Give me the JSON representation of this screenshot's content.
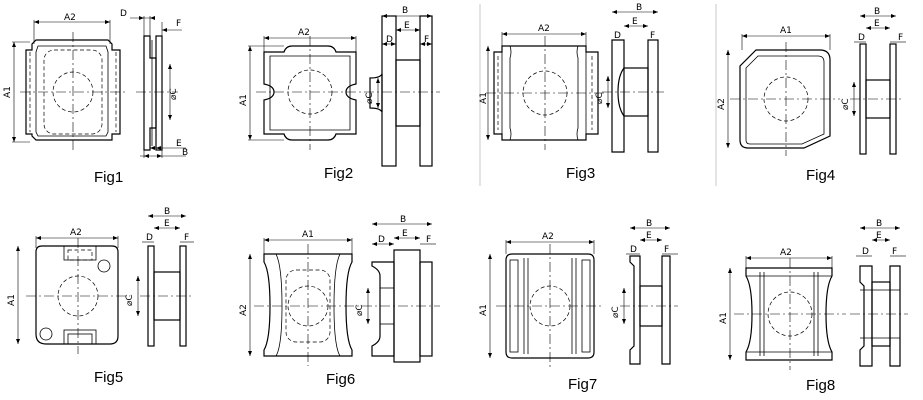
{
  "figures": [
    {
      "caption": "Fig1",
      "labels": {
        "a1": "A1",
        "a2": "A2",
        "b": "B",
        "c": "⌀C",
        "d": "D",
        "e": "E",
        "f": "F"
      }
    },
    {
      "caption": "Fig2",
      "labels": {
        "a1": "A1",
        "a2": "A2",
        "b": "B",
        "c": "⌀C",
        "d": "D",
        "e": "E",
        "f": "F"
      }
    },
    {
      "caption": "Fig3",
      "labels": {
        "a1": "A1",
        "a2": "A2",
        "b": "B",
        "c": "⌀C",
        "d": "D",
        "e": "E",
        "f": "F"
      }
    },
    {
      "caption": "Fig4",
      "labels": {
        "a1": "A1",
        "a2": "A2",
        "b": "B",
        "c": "⌀C",
        "d": "D",
        "e": "E",
        "f": "F"
      }
    },
    {
      "caption": "Fig5",
      "labels": {
        "a1": "A1",
        "a2": "A2",
        "b": "B",
        "c": "⌀C",
        "d": "D",
        "e": "E",
        "f": "F"
      }
    },
    {
      "caption": "Fig6",
      "labels": {
        "a1": "A1",
        "a2": "A2",
        "b": "B",
        "c": "⌀C",
        "d": "D",
        "e": "E",
        "f": "F"
      }
    },
    {
      "caption": "Fig7",
      "labels": {
        "a1": "A1",
        "a2": "A2",
        "b": "B",
        "c": "⌀C",
        "d": "D",
        "e": "E",
        "f": "F"
      }
    },
    {
      "caption": "Fig8",
      "labels": {
        "a1": "A1",
        "a2": "A2",
        "b": "B",
        "c": "⌀C",
        "d": "D",
        "e": "E",
        "f": "F"
      }
    }
  ]
}
